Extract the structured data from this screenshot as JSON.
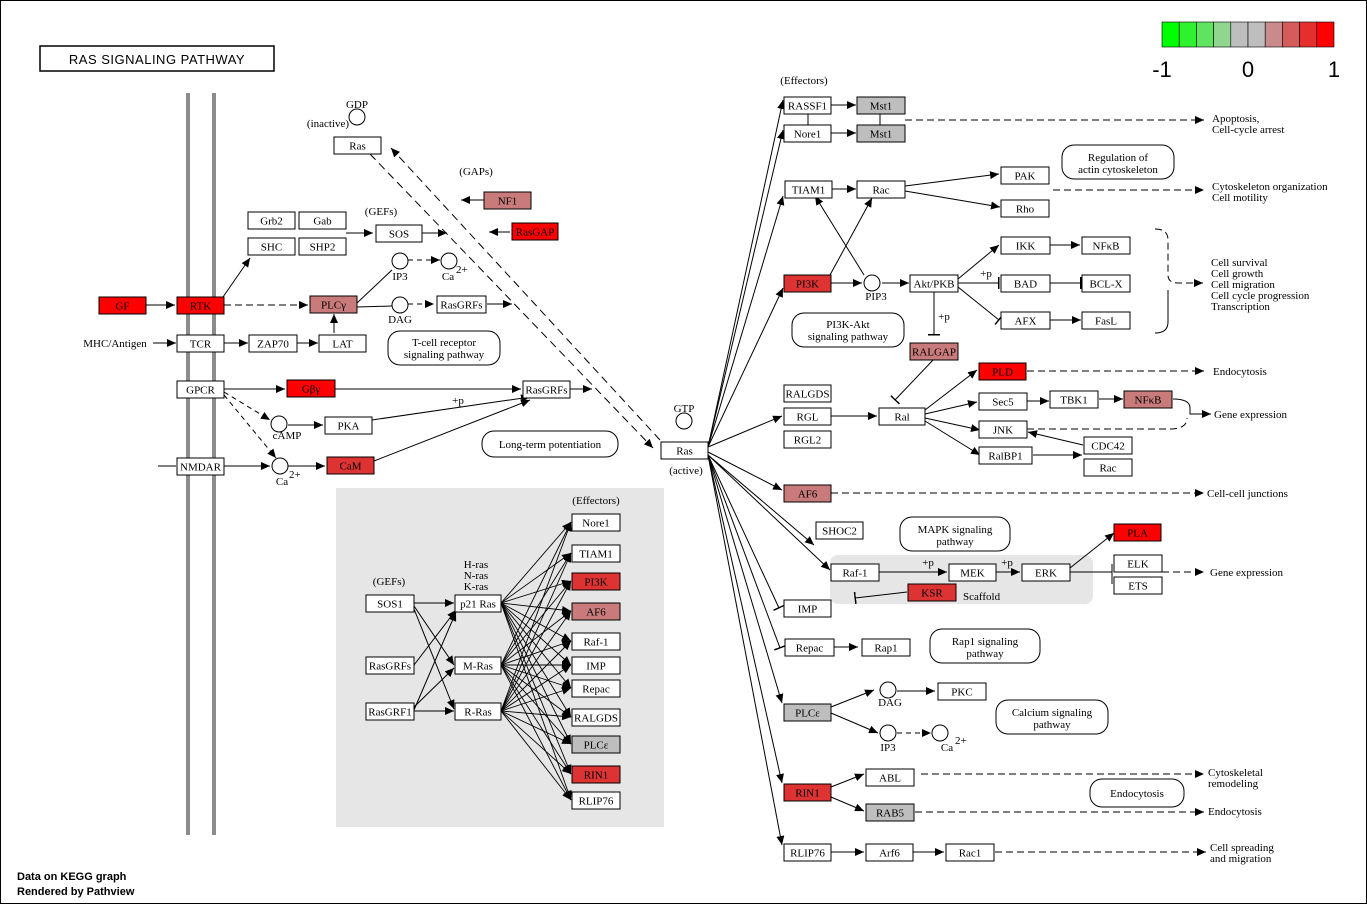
{
  "title": "RAS SIGNALING PATHWAY",
  "legend": {
    "min_label": "-1",
    "mid_label": "0",
    "max_label": "1",
    "colors": [
      "#00ff00",
      "#2ff22f",
      "#5fe45f",
      "#8fd78f",
      "#bebebe",
      "#bebebe",
      "#c88a8a",
      "#d65c5c",
      "#e52e2e",
      "#ff0000"
    ]
  },
  "footer": {
    "line1": "Data on KEGG graph",
    "line2": "Rendered by Pathview"
  },
  "colors": {
    "red_strong": "#ff0000",
    "red_medium": "#dd3333",
    "red_light": "#c97a7a",
    "gray_node": "#bebebe",
    "panel_bg": "#e6e6e6",
    "membrane": "#8c8c8c"
  },
  "nodes": {
    "ras_inactive": "Ras",
    "gdp": "GDP",
    "inactive": "(inactive)",
    "gaps": "(GAPs)",
    "nf1": "NF1",
    "rasgap": "RasGAP",
    "grb2": "Grb2",
    "gab": "Gab",
    "shc": "SHC",
    "shp2": "SHP2",
    "gefs_top": "(GEFs)",
    "sos": "SOS",
    "ip3": "IP3",
    "ca": "Ca",
    "dag": "DAG",
    "rasgrfs": "RasGRFs",
    "gf": "GF",
    "rtk": "RTK",
    "plcg": "PLCγ",
    "mhc": "MHC/Antigen",
    "tcr": "TCR",
    "zap70": "ZAP70",
    "lat": "LAT",
    "tcell": "T-cell receptor",
    "tcell2": "signaling pathway",
    "gpcr": "GPCR",
    "gbg": "Gβγ",
    "rasgrfs2": "RasGRFs",
    "plus_p": "+p",
    "camp": "cAMP",
    "pka": "PKA",
    "ltp": "Long-term potentiation",
    "nmdar": "NMDAR",
    "ca2": "Ca",
    "cam": "CaM",
    "gtp": "GTP",
    "ras_active": "Ras",
    "active": "(active)",
    "effectors_top": "(Effectors)",
    "rassf1": "RASSF1",
    "nore1": "Nore1",
    "mst1a": "Mst1",
    "mst1b": "Mst1",
    "apoptosis": "Apoptosis,",
    "apoptosis2": "Cell-cycle arrest",
    "tiam1": "TIAM1",
    "rac": "Rac",
    "pak": "PAK",
    "rho": "Rho",
    "reg_actin": "Regulation of",
    "reg_actin2": "actin cytoskeleton",
    "cyto_org": "Cytoskeleton organization",
    "cyto_org2": "Cell motility",
    "pi3k": "PI3K",
    "pip3": "PIP3",
    "aktpkb": "Akt/PKB",
    "ikk": "IKK",
    "nfkb": "NFκB",
    "bad": "BAD",
    "bclx": "BCL-X",
    "afx": "AFX",
    "fasl": "FasL",
    "plus_p2": "+p",
    "plus_p3": "+p",
    "pi3kakt": "PI3K-Akt",
    "pi3kakt2": "signaling pathway",
    "cell_survival": "Cell survival",
    "cell_growth": "Cell growth",
    "cell_migration": "Cell migration",
    "cell_cycle": "Cell cycle progression",
    "transcription": "Transcription",
    "ralgap": "RALGAP",
    "pld": "PLD",
    "endocytosis": "Endocytosis",
    "ralgds": "RALGDS",
    "rgl": "RGL",
    "rgl2": "RGL2",
    "ral": "Ral",
    "sec5": "Sec5",
    "tbk1": "TBK1",
    "nfkb2": "NFκB",
    "gene_expr": "Gene expression",
    "jnk": "JNK",
    "cdc42": "CDC42",
    "ralbp1": "RalBP1",
    "rac2": "Rac",
    "af6": "AF6",
    "cell_junctions": "Cell-cell junctions",
    "shoc2": "SHOC2",
    "mapk": "MAPK signaling",
    "mapk2": "pathway",
    "pla": "PLA",
    "raf1": "Raf-1",
    "mek": "MEK",
    "erk": "ERK",
    "elk": "ELK",
    "ets": "ETS",
    "gene_expr2": "Gene expression",
    "plus_p4": "+p",
    "plus_p5": "+p",
    "ksr": "KSR",
    "scaffold": "Scaffold",
    "imp": "IMP",
    "repac": "Repac",
    "rap1": "Rap1",
    "rap1sig": "Rap1 signaling",
    "rap1sig2": "pathway",
    "plce": "PLCε",
    "dag2": "DAG",
    "pkc": "PKC",
    "ip3b": "IP3",
    "ca3": "Ca",
    "calcium": "Calcium signaling",
    "calcium2": "pathway",
    "rin1": "RIN1",
    "abl": "ABL",
    "rab5": "RAB5",
    "cytoskeletal": "Cytoskeletal",
    "cytoskeletal2": "remodeling",
    "endocytosis_box": "Endocytosis",
    "endocytosis2": "Endocytosis",
    "rlip76": "RLIP76",
    "arf6": "Arf6",
    "rac1": "Rac1",
    "cell_spreading": "Cell spreading",
    "cell_spreading2": "and migration",
    "superscript": "2+"
  },
  "panel": {
    "effectors": "(Effectors)",
    "gefs": "(GEFs)",
    "hras": "H-ras",
    "nras": "N-ras",
    "kras": "K-ras",
    "sos1": "SOS1",
    "p21ras": "p21 Ras",
    "rasgrfs": "RasGRFs",
    "mras": "M-Ras",
    "rasgrf1": "RasGRF1",
    "rras": "R-Ras",
    "nore1": "Nore1",
    "tiam1": "TIAM1",
    "pi3k": "PI3K",
    "af6": "AF6",
    "raf1": "Raf-1",
    "imp": "IMP",
    "repac": "Repac",
    "ralgds": "RALGDS",
    "plce": "PLCε",
    "rin1": "RIN1",
    "rlip76": "RLIP76"
  }
}
